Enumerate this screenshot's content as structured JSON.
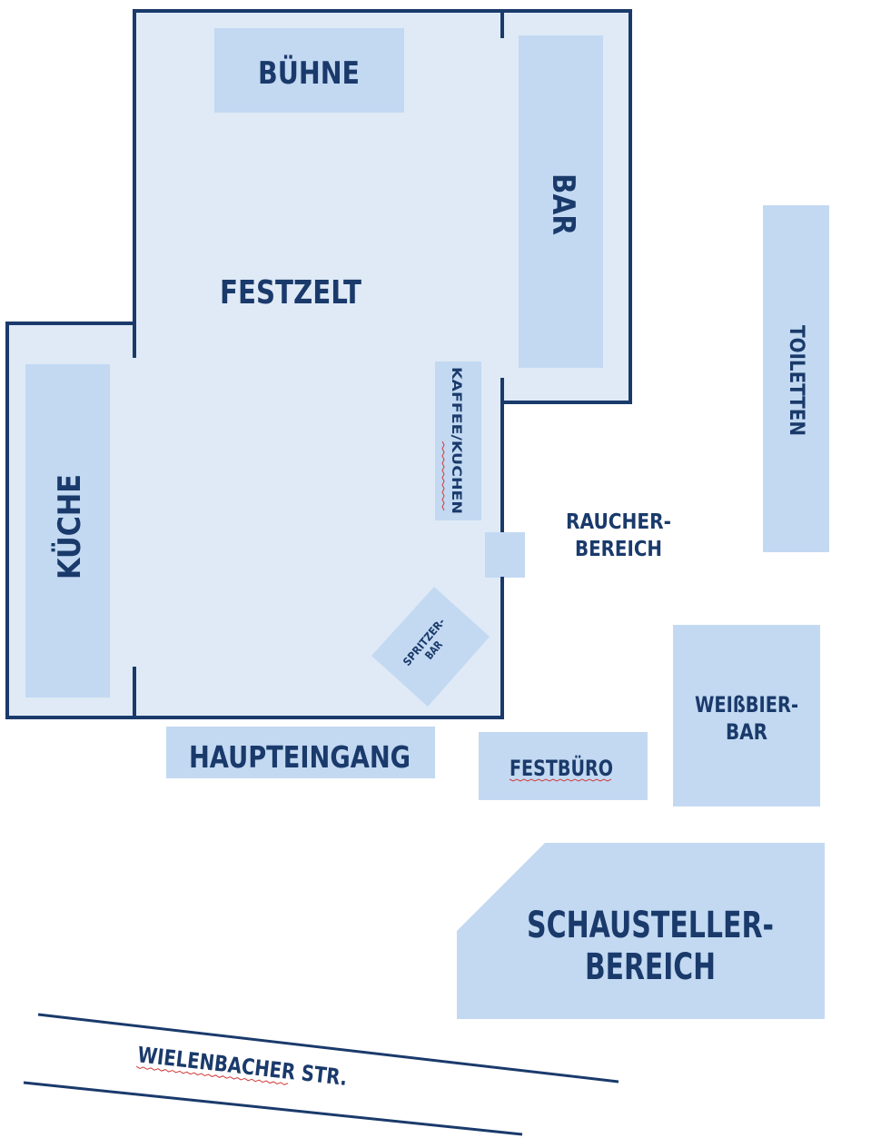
{
  "colors": {
    "wall": "#1a3a6b",
    "tent_floor": "#dfeaf6",
    "zone_fill": "#c3d9f2",
    "text": "#1a3a6b",
    "spellcheck": "#d23b3b"
  },
  "labels": {
    "buehne": "BÜHNE",
    "bar": "BAR",
    "festzelt": "FESTZELT",
    "kueche": "KÜCHE",
    "kaffee_kuchen": "KAFFEE/KUCHEN",
    "spritzer_line1": "SPRITZER-",
    "spritzer_line2": "BAR",
    "haupteingang": "HAUPTEINGANG",
    "festbuero": "FESTBÜRO",
    "raucher_line1": "RAUCHER-",
    "raucher_line2": "BEREICH",
    "toiletten": "TOILETTEN",
    "weissbier_line1": "WEIßBIER-",
    "weissbier_line2": "BAR",
    "schausteller_line1": "SCHAUSTELLER-",
    "schausteller_line2": "BEREICH",
    "street": "WIELENBACHER STR."
  }
}
